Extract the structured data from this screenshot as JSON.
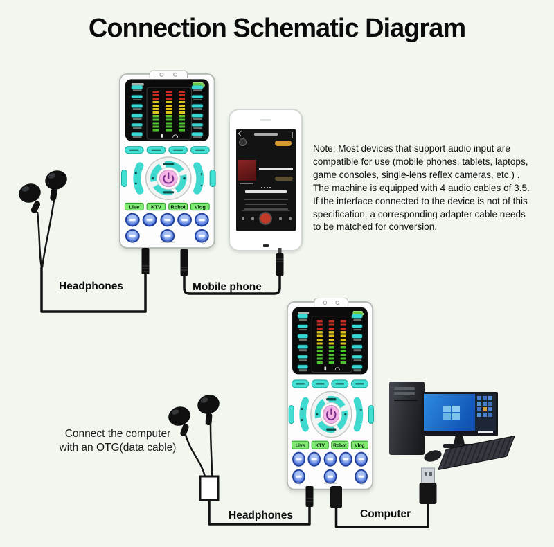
{
  "page": {
    "title": "Connection Schematic Diagram",
    "background_color": "#f1f6ef"
  },
  "note": {
    "lines": [
      "Note: Most devices that support audio input are",
      "compatible for use (mobile phones, tablets, laptops,",
      "game consoles, single-lens reflex cameras, etc.) .",
      "The machine is equipped with 4 audio cables of 3.5.",
      "If the interface connected to the device is not of this",
      "specification, a corresponding adapter cable needs",
      "to be matched for conversion."
    ]
  },
  "annotations": {
    "headphones_top": "Headphones",
    "mobile_phone": "Mobile phone",
    "headphones_bottom": "Headphones",
    "computer": "Computer",
    "otg_caption_line1": "Connect the computer",
    "otg_caption_line2": "with an OTG(data cable)"
  },
  "device": {
    "effect_buttons": [
      "Live",
      "KTV",
      "Robot",
      "Vlog"
    ],
    "volume_plus": "+",
    "volume_minus": "-",
    "status_colors": {
      "led_red": "#cc2b22",
      "led_yellow": "#ddc51e",
      "led_green": "#4cc42e",
      "button_cyan": "#3fd9cf",
      "button_green": "#82ea74",
      "button_blue": "#3c63d8",
      "power_pink": "#f5b5e6"
    }
  },
  "computer_screen": {
    "os_accent_blue": "#2e8be0"
  }
}
